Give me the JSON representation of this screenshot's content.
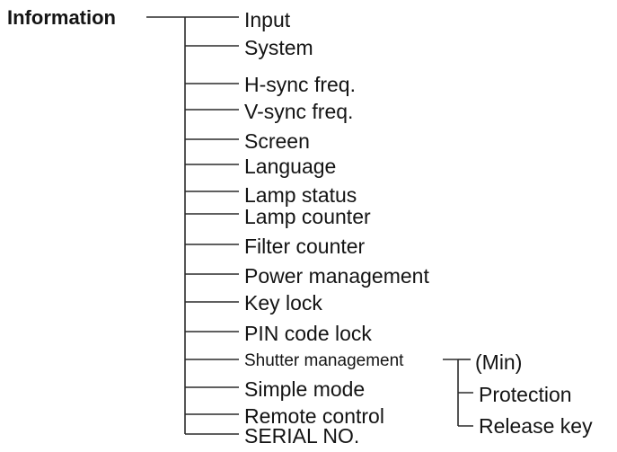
{
  "root": "Information",
  "items": [
    "Input",
    "System",
    "H-sync freq.",
    "V-sync freq.",
    "Screen",
    "Language",
    "Lamp status",
    "Lamp counter",
    "Filter counter",
    "Power management",
    "Key lock",
    "PIN code lock",
    "Shutter management",
    "Simple mode",
    "Remote control",
    "SERIAL NO."
  ],
  "shutter_children": [
    "(Min)",
    "Protection",
    "Release key"
  ],
  "colors": {
    "line": "#2a2a2a",
    "text": "#141414"
  }
}
